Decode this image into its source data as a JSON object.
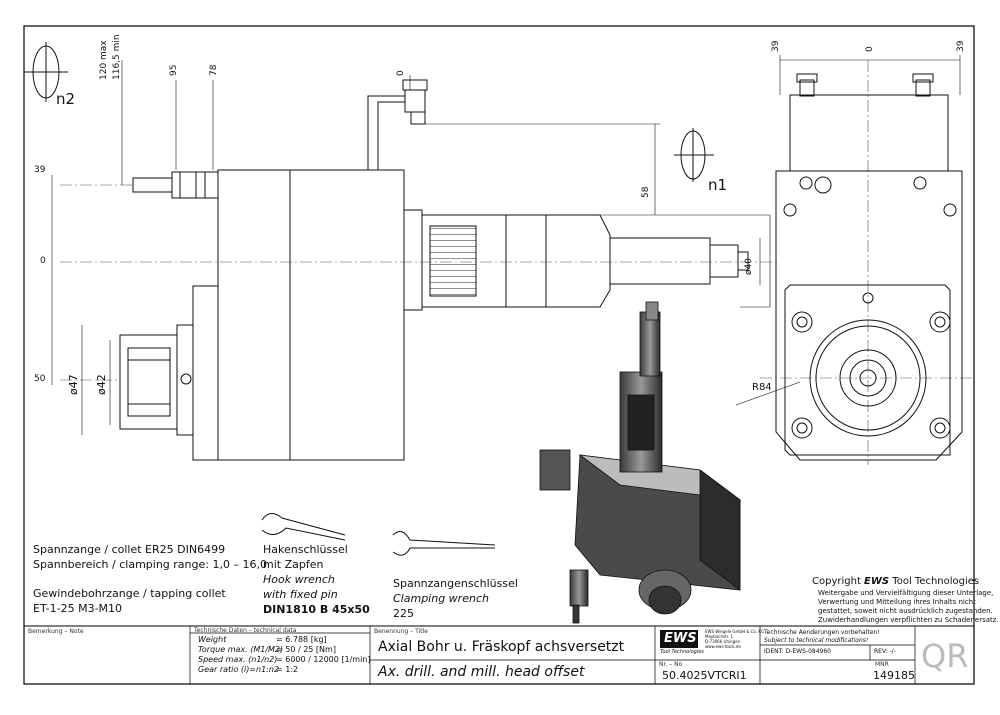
{
  "dimensions": {
    "d120": "120 max",
    "d116": "116,5 min",
    "d95": "95",
    "d78": "78",
    "d0top": "0",
    "d39": "39",
    "d0": "0",
    "d50": "50",
    "d58": "58",
    "dia40": "ø40",
    "dia47": "ø47",
    "dia42": "ø42",
    "r84": "R84",
    "right39a": "39",
    "right0": "0",
    "right39b": "39"
  },
  "rotation_labels": {
    "n1": "n1",
    "n2": "n2"
  },
  "specs": {
    "collet_line": "Spannzange / collet   ER25   DIN6499",
    "clamping_line": "Spannbereich / clamping range: 1,0 – 16,0",
    "tapping_line": "Gewindebohrzange / tapping collet",
    "tapping_value": "ET-1-25   M3-M10",
    "hook1": "Hakenschlüssel",
    "hook2": "mit Zapfen",
    "hook3": "Hook wrench",
    "hook4": "with fixed pin",
    "hook5": "DIN1810 B 45x50",
    "clamp1": "Spannzangenschlüssel",
    "clamp2": "Clamping wrench",
    "clamp3": "225"
  },
  "copyright": {
    "line1_pre": "Copyright ",
    "line1_brand": "EWS",
    "line1_post": " Tool Technologies",
    "line2": "Weitergabe und Vervielfältigung dieser Unterlage,",
    "line3": "Verwertung und Mitteilung ihres Inhalts nicht",
    "line4": "gestattet, soweit nicht ausdrücklich zugestanden.",
    "line5": "Zuwiderhandlungen verpflichten zu Schadenersatz."
  },
  "title_block": {
    "note_label": "Bemerkung – Note",
    "tech_label": "Technische Daten – technical data",
    "weight_label": "Weight",
    "weight_value": "=  6.788 [kg]",
    "torque_label": "Torque max. (M1/M2)",
    "torque_value": "=  50 / 25 [Nm]",
    "speed_label": "Speed max. (n1/n2)",
    "speed_value": "=  6000 / 12000 [1/min]",
    "ratio_label": "Gear ratio   (i)=n1:n2",
    "ratio_value": "=  1:2",
    "title_label": "Benennung – Title",
    "title_de": "Axial Bohr u. Fräskopf achsversetzt",
    "title_en": "Ax. drill. and mill. head offset",
    "logo_text": "EWS",
    "logo_sub": "Tool Technologies",
    "company_line1": "EWS Weigele GmbH & Co. KG",
    "company_line2": "Maybachstr. 1",
    "company_line3": "D-73066 Uhingen",
    "company_line4": "www.ews-tools.de",
    "nr_label": "Nr. – No",
    "part_number": "50.4025VTCRI1",
    "mnr_label": "MNR",
    "mnr_value": "149185",
    "changes1": "Technische Aenderungen vorbehalten!",
    "changes2": "Subject to technical modifications!",
    "ident": "IDENT: D-EWS-084960",
    "rev": "REV:  -/-",
    "qr": "QR"
  }
}
